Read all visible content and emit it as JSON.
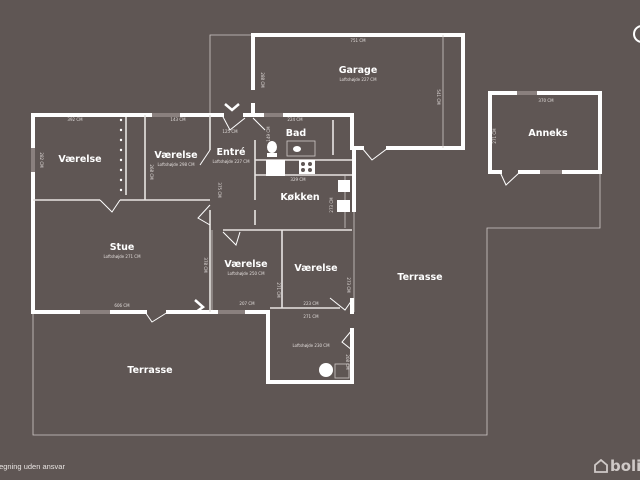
{
  "rooms": {
    "vaerelse1": {
      "name": "Værelse",
      "dims": [
        "392 CM",
        "282 CM"
      ]
    },
    "vaerelse2": {
      "name": "Værelse",
      "ceiling": "Loftshøjde 298 CM",
      "dims": [
        "143 CM",
        "268 CM"
      ]
    },
    "entre": {
      "name": "Entré",
      "ceiling": "Loftshøjde 227 CM",
      "dims": [
        "125 CM",
        "375 CM"
      ]
    },
    "bad": {
      "name": "Bad",
      "dims": [
        "224 CM",
        "149 CM"
      ]
    },
    "kokken": {
      "name": "Køkken",
      "dims": [
        "329 CM",
        "273 CM"
      ]
    },
    "stue": {
      "name": "Stue",
      "ceiling": "Loftshøjde 271 CM",
      "dims": [
        "606 CM",
        "378 CM"
      ]
    },
    "vaerelse3": {
      "name": "Værelse",
      "ceiling": "Loftshøjde 250 CM",
      "dims": [
        "207 CM",
        "271 CM"
      ]
    },
    "vaerelse4": {
      "name": "Værelse",
      "dims": [
        "223 CM",
        "273 CM"
      ]
    },
    "bryggers": {
      "ceiling": "Loftshøjde 230 CM",
      "dims": [
        "271 CM",
        "208 CM"
      ]
    },
    "garage": {
      "name": "Garage",
      "ceiling": "Loftshøjde 227 CM",
      "dims": [
        "751 CM",
        "288 CM",
        "541 CM"
      ]
    },
    "anneks": {
      "name": "Anneks",
      "dims": [
        "370 CM",
        "271 CM"
      ]
    },
    "terrasse1": {
      "name": "Terrasse"
    },
    "terrasse2": {
      "name": "Terrasse"
    }
  },
  "footer": {
    "disclaimer": "tegning uden ansvar",
    "logo": "boli"
  },
  "colors": {
    "background": "#5f5654",
    "walls": "#ffffff"
  }
}
